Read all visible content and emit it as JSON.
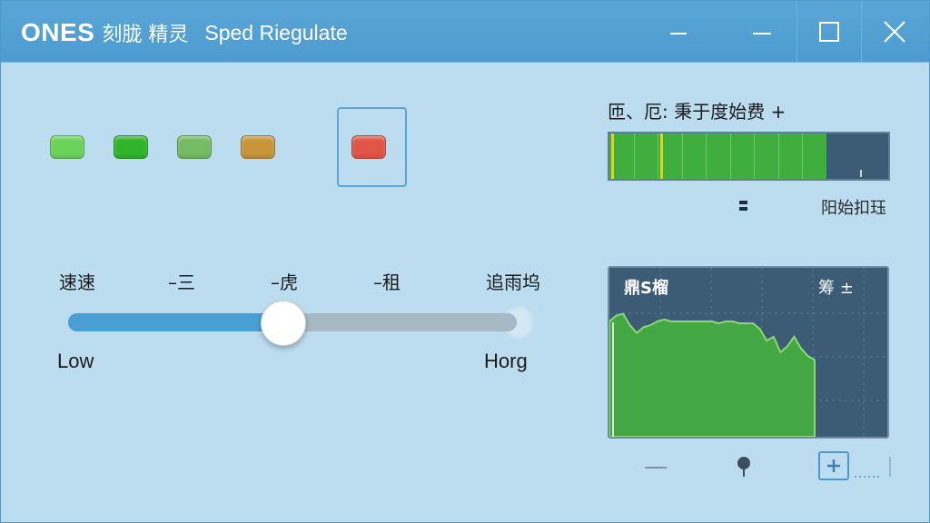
{
  "window": {
    "brand": "ONES",
    "brand_cn": "刻胧 精灵",
    "subtitle": "Sped Riegulate"
  },
  "colors": {
    "titlebar": "#4d9bd0",
    "window_bg": "#bcdcf0",
    "slider_fill": "#4a9fd4",
    "slider_track": "#a7b9c4",
    "meter_fill": "#3fae3f",
    "panel_dark": "#3c5c76"
  },
  "status_lights": [
    {
      "color": "#6cd35a",
      "name": "light-green"
    },
    {
      "color": "#2fb52a",
      "name": "dark-green"
    },
    {
      "color": "#74bb62",
      "name": "muted-green"
    },
    {
      "color": "#c8953a",
      "name": "amber"
    },
    {
      "color": "#e05545",
      "name": "red",
      "selected": true
    }
  ],
  "slider": {
    "ticks": [
      "速速",
      "–三",
      "–虎",
      "–租",
      "追雨坞"
    ],
    "min_label": "Low",
    "max_label": "Horg",
    "value": 0.48
  },
  "meter": {
    "title": "匝、厄:  秉于度始费 +",
    "fill": 0.78,
    "caption": "阳始扣珏"
  },
  "graph": {
    "title": "鼎S榴",
    "tag": "筹 ±",
    "series": [
      0.6,
      0.63,
      0.64,
      0.58,
      0.54,
      0.57,
      0.58,
      0.6,
      0.61,
      0.6,
      0.6,
      0.6,
      0.6,
      0.6,
      0.6,
      0.6,
      0.59,
      0.6,
      0.6,
      0.59,
      0.59,
      0.59,
      0.56,
      0.5,
      0.52,
      0.44,
      0.47,
      0.52,
      0.46,
      0.42,
      0.4
    ]
  }
}
